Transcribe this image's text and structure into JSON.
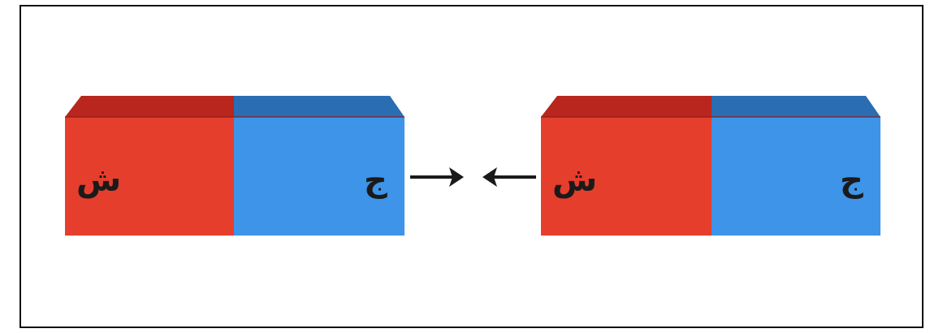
{
  "diagram": {
    "colors": {
      "north_pole": "#e53e2c",
      "north_pole_top": "#b8261d",
      "south_pole": "#3d94e8",
      "south_pole_top": "#2a6db3",
      "arrow": "#1a1a1a",
      "frame_border": "#111111"
    },
    "left_magnet": {
      "red_pole_label": "ش",
      "blue_pole_label": "ج"
    },
    "right_magnet": {
      "red_pole_label": "ش",
      "blue_pole_label": "ج"
    },
    "arrows": {
      "left_arrow_direction": "right",
      "right_arrow_direction": "left"
    }
  }
}
